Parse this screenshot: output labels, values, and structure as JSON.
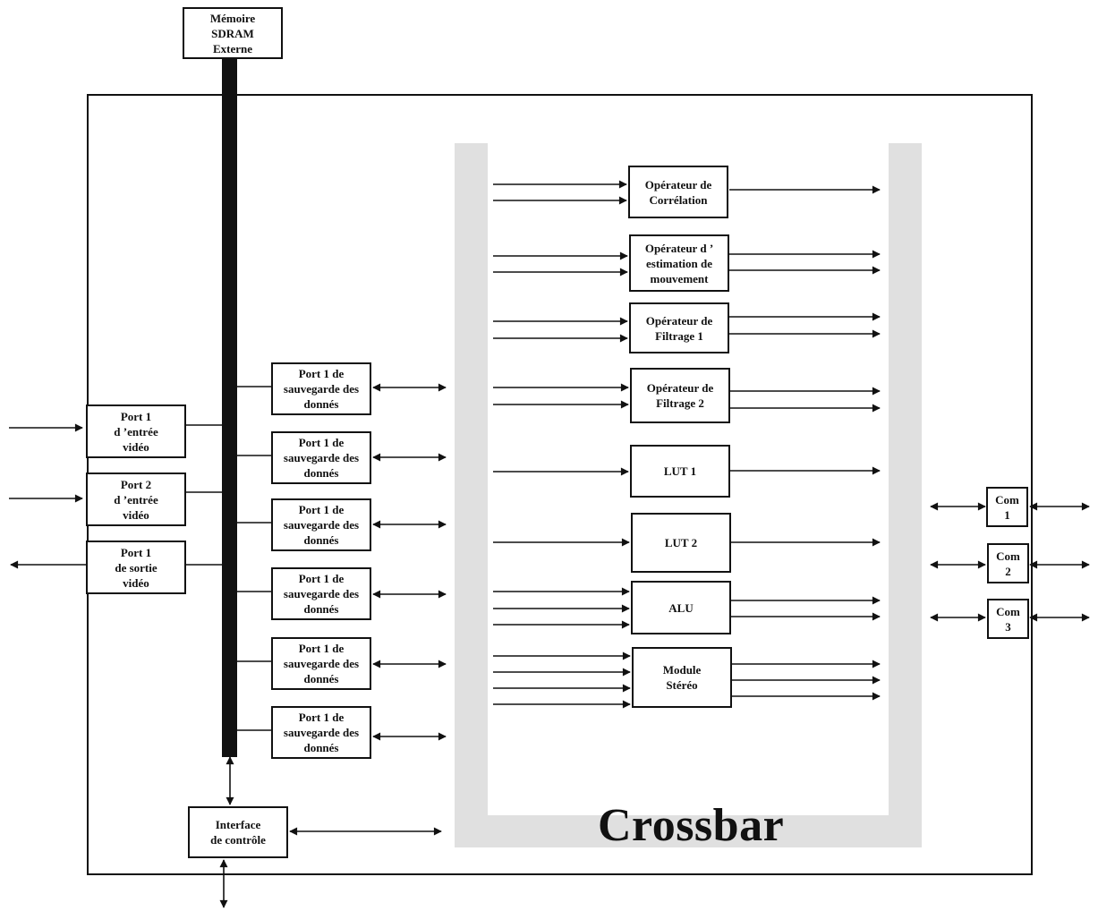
{
  "memory": "Mémoire\nSDRAM\nExterne",
  "video_ports": [
    "Port 1\nd ’entrée\nvidéo",
    "Port 2\nd ’entrée\nvidéo",
    "Port 1\nde sortie\nvidéo"
  ],
  "save_ports": [
    "Port 1 de\nsauvegarde des\ndonnés",
    "Port 1 de\nsauvegarde des\ndonnés",
    "Port 1 de\nsauvegarde des\ndonnés",
    "Port 1 de\nsauvegarde des\ndonnés",
    "Port 1 de\nsauvegarde des\ndonnés",
    "Port 1 de\nsauvegarde des\ndonnés"
  ],
  "control_interface": "Interface\nde contrôle",
  "operators": [
    "Opérateur de\nCorrélation",
    "Opérateur d ’\nestimation de\nmouvement",
    "Opérateur de\nFiltrage 1",
    "Opérateur de\nFiltrage 2",
    "LUT 1",
    "LUT 2",
    "ALU",
    "Module\nStéréo"
  ],
  "com_ports": [
    "Com\n1",
    "Com\n2",
    "Com\n3"
  ],
  "crossbar_label": "Crossbar",
  "colors": {
    "line": "#111111",
    "crossbar": "#e0e0e0",
    "bus": "#111111"
  }
}
